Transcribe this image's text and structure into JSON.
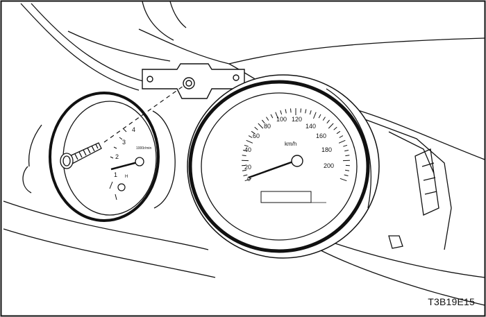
{
  "tachometer": {
    "ticks": [
      "4",
      "3",
      "2",
      "1"
    ],
    "unit": "1000r/min",
    "fuel_mark": "H"
  },
  "speedometer": {
    "unit": "km/h",
    "ticks": [
      "0",
      "20",
      "40",
      "60",
      "80",
      "100",
      "120",
      "140",
      "160",
      "180",
      "200"
    ]
  },
  "figure_code": "T3B19E15",
  "colors": {
    "line": "#111111",
    "background": "#ffffff"
  },
  "icons": [
    "mounting-screw-icon"
  ]
}
